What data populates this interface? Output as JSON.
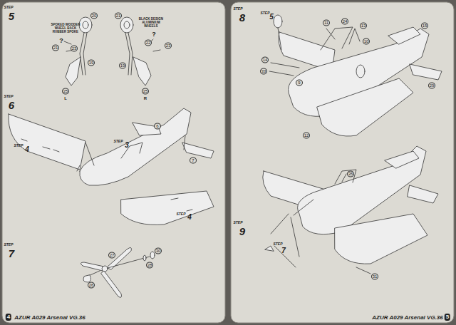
{
  "diagram": {
    "labels": [
      "STEP",
      "5",
      "SPOKED WOODEN WHEEL BACK RUBBER SPOKE",
      "20",
      "?",
      "21",
      "23",
      "19",
      "25",
      "L",
      "BLACK DESIGN ALUMINIUM WHEELS",
      "21",
      "?",
      "22",
      "23",
      "19",
      "25",
      "R",
      "STEP",
      "6",
      "STEP",
      "4",
      "STEP",
      "3",
      "6",
      "7",
      "STEP",
      "4",
      "STEP",
      "7",
      "27",
      "26",
      "30",
      "28",
      "4",
      "AZUR A029 Arsenal VG.36",
      "STEP",
      "8",
      "STEP",
      "5",
      "24",
      "11",
      "13",
      "10",
      "15",
      "12",
      "14",
      "33",
      "9",
      "29",
      "STEP",
      "9",
      "STEP",
      "7",
      "35",
      "31",
      "AZUR A029 Arsenal VG.36",
      "5"
    ]
  }
}
